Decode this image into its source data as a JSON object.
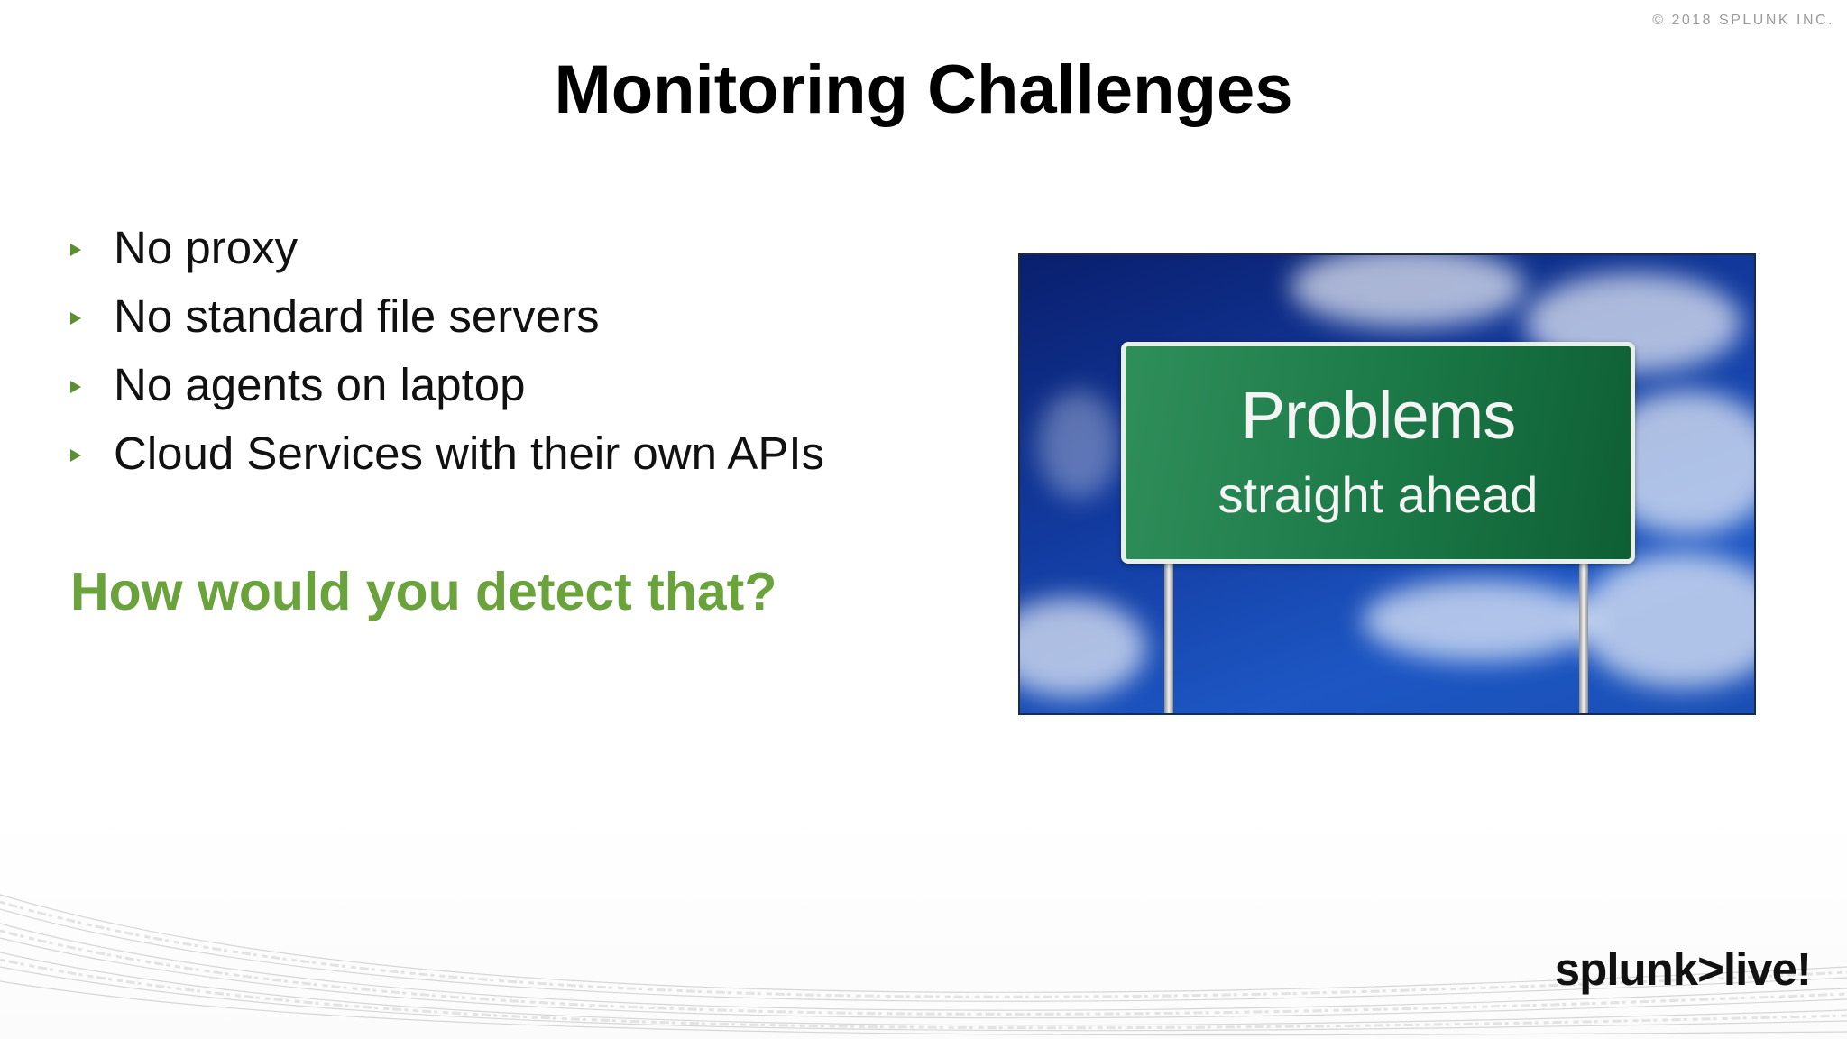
{
  "copyright": "© 2018 SPLUNK INC.",
  "title": "Monitoring Challenges",
  "bullets": [
    "No proxy",
    "No standard file servers",
    "No agents on laptop",
    "Cloud Services with their own APIs"
  ],
  "question": "How would you detect that?",
  "image": {
    "sign_line1": "Problems",
    "sign_line2": "straight ahead"
  },
  "logo": "splunk>live!",
  "colors": {
    "accent_green": "#6aa23c",
    "bullet_green": "#5a8f32",
    "sign_green": "#1c7a48",
    "sky_blue": "#123a9e"
  }
}
